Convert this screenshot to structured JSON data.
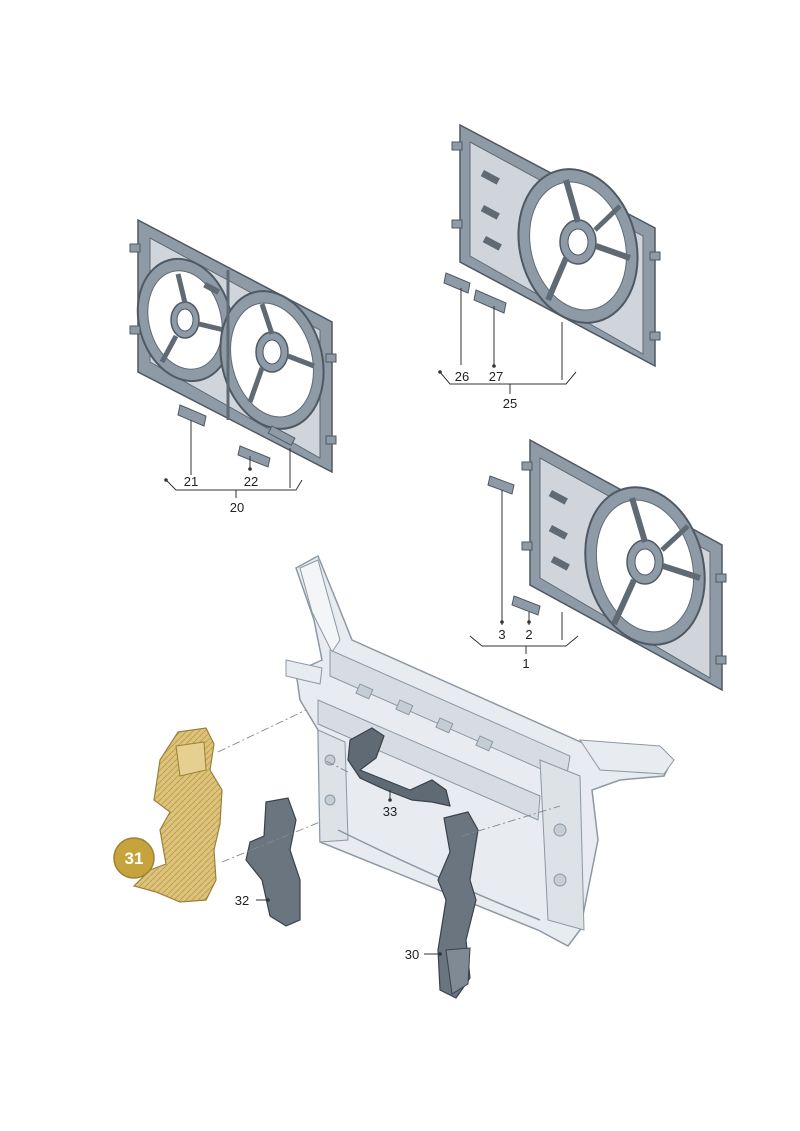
{
  "labels": {
    "p1": "1",
    "p2": "2",
    "p3": "3",
    "p20": "20",
    "p21": "21",
    "p22": "22",
    "p25": "25",
    "p26": "26",
    "p27": "27",
    "p30": "30",
    "p31": "31",
    "p32": "32",
    "p33": "33"
  },
  "colors": {
    "frame_fill": "#8e9aa6",
    "frame_dark": "#5f6a74",
    "frame_light": "#cfd5db",
    "carrier_fill": "#e8ecf0",
    "carrier_line": "#8c98a4",
    "highlight_part": "#dcc27a",
    "highlight_badge": "#c7a33c",
    "line": "#333333"
  }
}
